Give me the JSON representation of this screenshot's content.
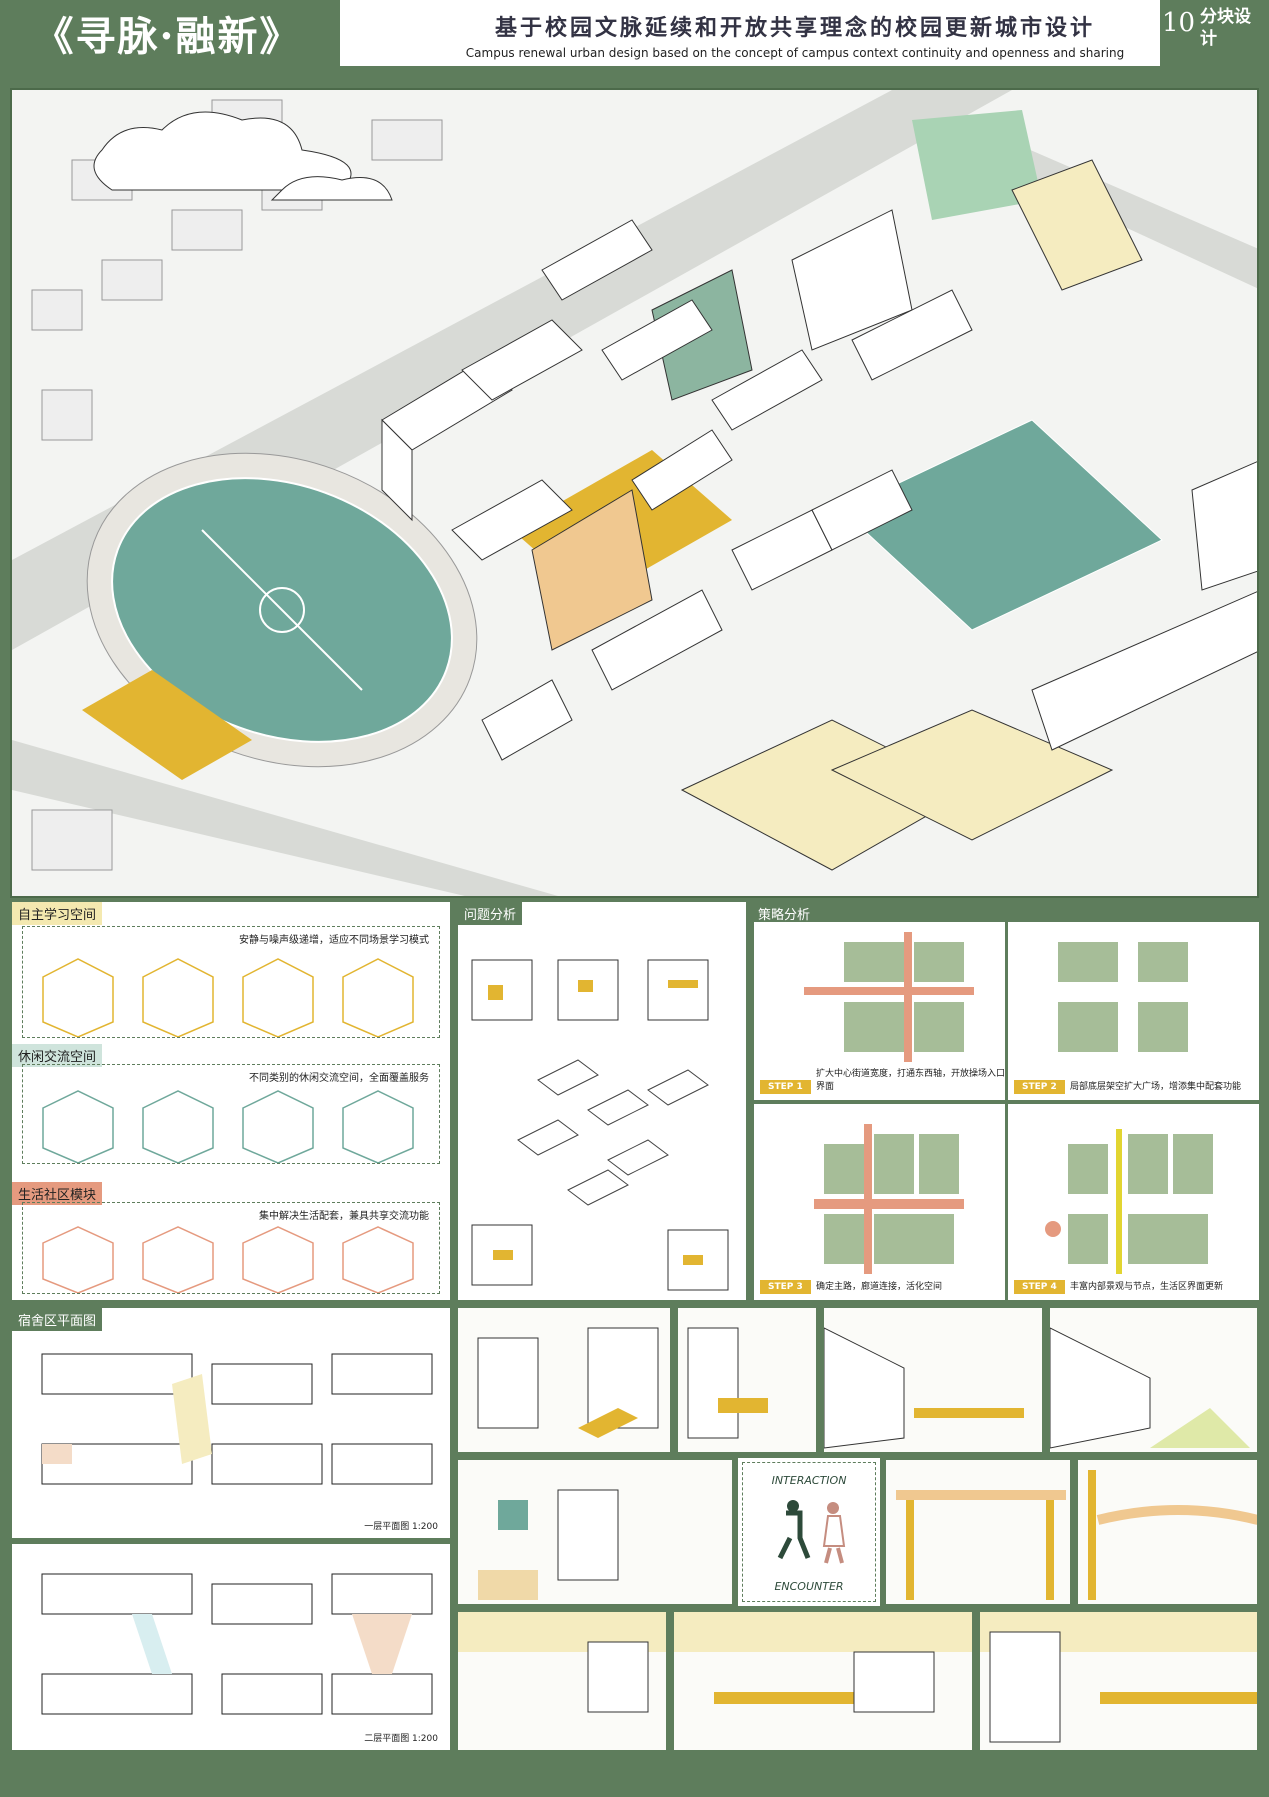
{
  "header": {
    "title": "《寻脉·融新》",
    "title_cn": "基于校园文脉延续和开放共享理念的校园更新城市设计",
    "title_en": "Campus renewal urban design based on the concept of campus context continuity and openness and sharing",
    "sheet_number": "10",
    "sheet_category": "分块设计"
  },
  "modules": [
    {
      "title": "自主学习空间",
      "note": "安静与噪声级递增，适应不同场景学习模式",
      "color": "#e2b531"
    },
    {
      "title": "休闲交流空间",
      "note": "不同类别的休闲交流空间，全面覆盖服务",
      "color": "#6fa89b"
    },
    {
      "title": "生活社区模块",
      "note": "集中解决生活配套，兼具共享交流功能",
      "color": "#e59a7f"
    }
  ],
  "problem": {
    "title": "问题分析"
  },
  "strategy": {
    "title": "策略分析",
    "steps": [
      {
        "label": "STEP 1",
        "text": "扩大中心街道宽度，打通东西轴，开放操场入口界面"
      },
      {
        "label": "STEP 2",
        "text": "局部底层架空扩大广场，增添集中配套功能"
      },
      {
        "label": "STEP 3",
        "text": "确定主路，廊道连接，活化空间"
      },
      {
        "label": "STEP 4",
        "text": "丰富内部景观与节点，生活区界面更新"
      }
    ]
  },
  "plans": {
    "title": "宿舍区平面图",
    "plan1": "一层平面图 1:200",
    "plan2": "二层平面图 1:200"
  },
  "interaction": {
    "top": "INTERACTION",
    "bottom": "ENCOUNTER"
  },
  "colors": {
    "green": "#5e7d5c",
    "yellow": "#e2b531",
    "salmon": "#e59a7f",
    "field": "#6fa89b"
  }
}
